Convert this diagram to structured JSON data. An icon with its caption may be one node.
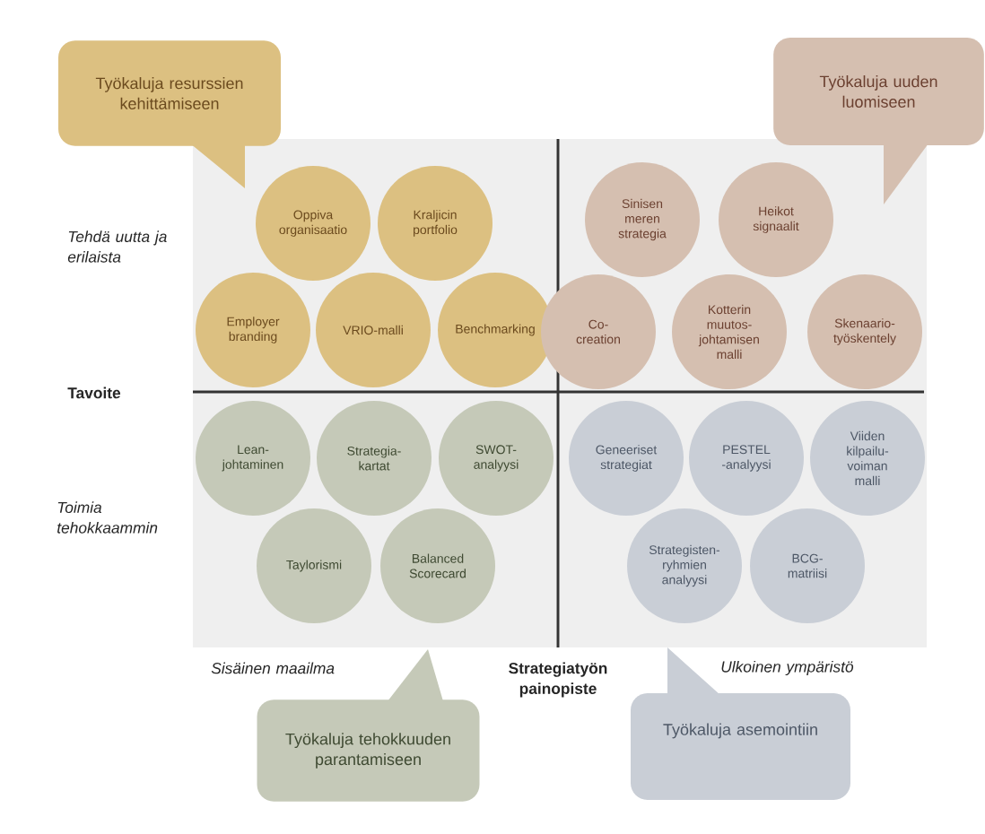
{
  "diagram": {
    "nodes": [
      {
        "text": [
          "Työkaluja resurssien kehittämiseen"
        ]
      },
      {
        "text": [
          "Työkaluja uuden luomiseen"
        ]
      },
      {
        "text": [
          "Oppiva organisaatio"
        ]
      },
      {
        "text": [
          "Kraljicin portfolio"
        ]
      },
      {
        "text": [
          "Employer branding"
        ]
      },
      {
        "text": [
          "VRIO-malli"
        ]
      },
      {
        "text": [
          "Benchmarking"
        ]
      },
      {
        "text": [
          "Sinisen meren strategia"
        ]
      },
      {
        "text": [
          "Heikot signaalit"
        ]
      },
      {
        "text": [
          "Co- creation"
        ]
      },
      {
        "text": [
          "Kotterin muutos- johtamisen malli"
        ]
      },
      {
        "text": [
          "Skenaario- työskentely"
        ]
      },
      {
        "text": [
          "Lean- johtaminen"
        ]
      },
      {
        "text": [
          "Strategia- kartat"
        ]
      },
      {
        "text": [
          "SWOT- analyysi"
        ]
      },
      {
        "text": [
          "Taylorismi"
        ]
      },
      {
        "text": [
          "Balanced Scorecard"
        ]
      },
      {
        "text": [
          "Geneeriset strategiat"
        ]
      },
      {
        "text": [
          "PESTEL -analyysi"
        ]
      },
      {
        "text": [
          "Viiden kilpailu- voiman malli"
        ]
      },
      {
        "text": [
          "Strategisten- ryhmien analyysi"
        ]
      },
      {
        "text": [
          "BCG- matriisi"
        ]
      },
      {
        "text": [
          "Työkaluja tehokkuuden parantamiseen"
        ]
      },
      {
        "text": [
          "Työkaluja asemointiin"
        ]
      }
    ],
    "labels": [
      "Tehdä uutta ja erilaista",
      "Tavoite",
      "Toimia tehokkaammin",
      "Sisäinen maailma",
      "Strategiatyön painopiste",
      "Ulkoinen ympäristö"
    ]
  }
}
